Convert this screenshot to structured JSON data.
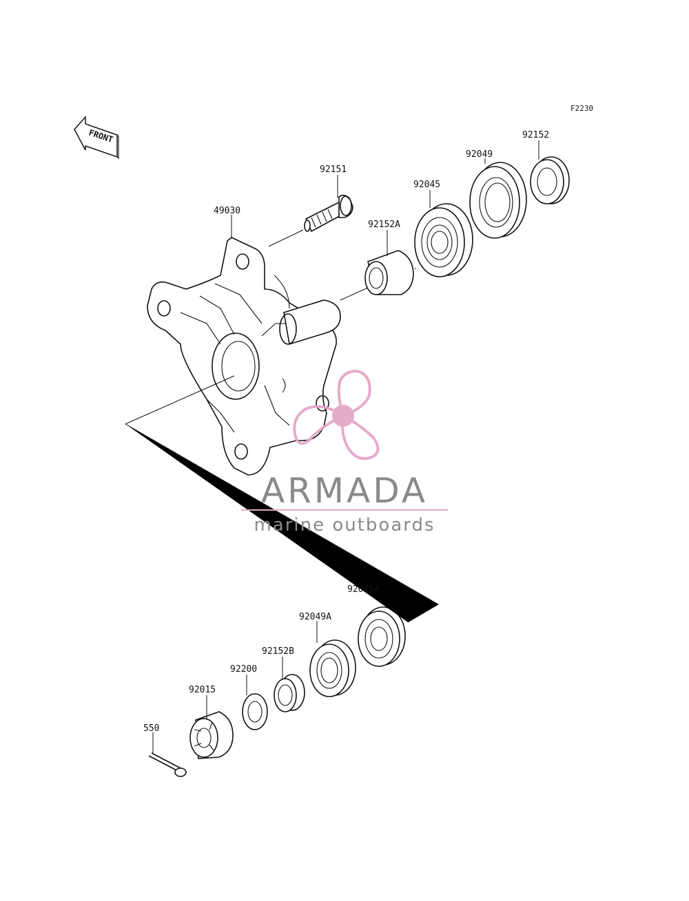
{
  "diagram_code": "F2230",
  "front_indicator": "FRONT",
  "parts": {
    "hub": "49030",
    "stud": "92151",
    "collar_a": "92152A",
    "bearing_upper": "92045",
    "seal_upper": "92049",
    "collar_upper": "92152",
    "bearing_lower": "92045A",
    "seal_lower": "92049A",
    "collar_b": "92152B",
    "washer": "92200",
    "nut": "92015",
    "cotter_pin": "550"
  },
  "watermark": {
    "title": "ARMADA",
    "subtitle": "marine outboards",
    "title_color": "#8a8a8a",
    "accent_color": "#e5a7c7"
  }
}
